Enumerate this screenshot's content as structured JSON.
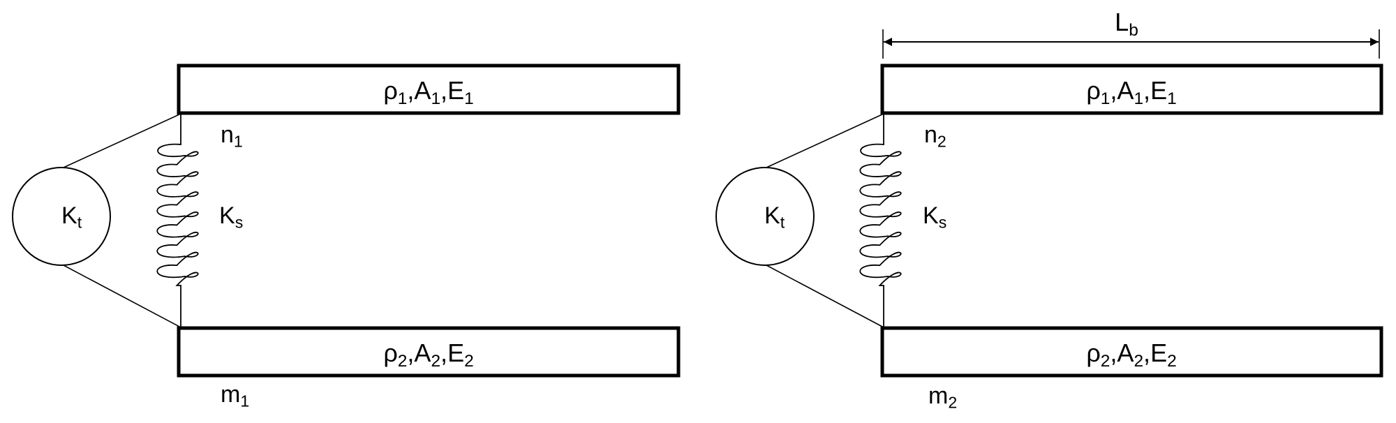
{
  "left": {
    "top_beam": {
      "rho": "ρ",
      "rho_sub": "1",
      "area": "A",
      "area_sub": "1",
      "mod": "E",
      "mod_sub": "1"
    },
    "bottom_beam": {
      "rho": "ρ",
      "rho_sub": "2",
      "area": "A",
      "area_sub": "2",
      "mod": "E",
      "mod_sub": "2"
    },
    "node_top": {
      "base": "n",
      "sub": "1"
    },
    "node_bottom": {
      "base": "m",
      "sub": "1"
    },
    "torsion_spring": {
      "base": "K",
      "sub": "t"
    },
    "shear_spring": {
      "base": "K",
      "sub": "s"
    }
  },
  "right": {
    "length_label": {
      "base": "L",
      "sub": "b"
    },
    "top_beam": {
      "rho": "ρ",
      "rho_sub": "1",
      "area": "A",
      "area_sub": "1",
      "mod": "E",
      "mod_sub": "1"
    },
    "bottom_beam": {
      "rho": "ρ",
      "rho_sub": "2",
      "area": "A",
      "area_sub": "2",
      "mod": "E",
      "mod_sub": "2"
    },
    "node_top": {
      "base": "n",
      "sub": "2"
    },
    "node_bottom": {
      "base": "m",
      "sub": "2"
    },
    "torsion_spring": {
      "base": "K",
      "sub": "t"
    },
    "shear_spring": {
      "base": "K",
      "sub": "s"
    }
  }
}
